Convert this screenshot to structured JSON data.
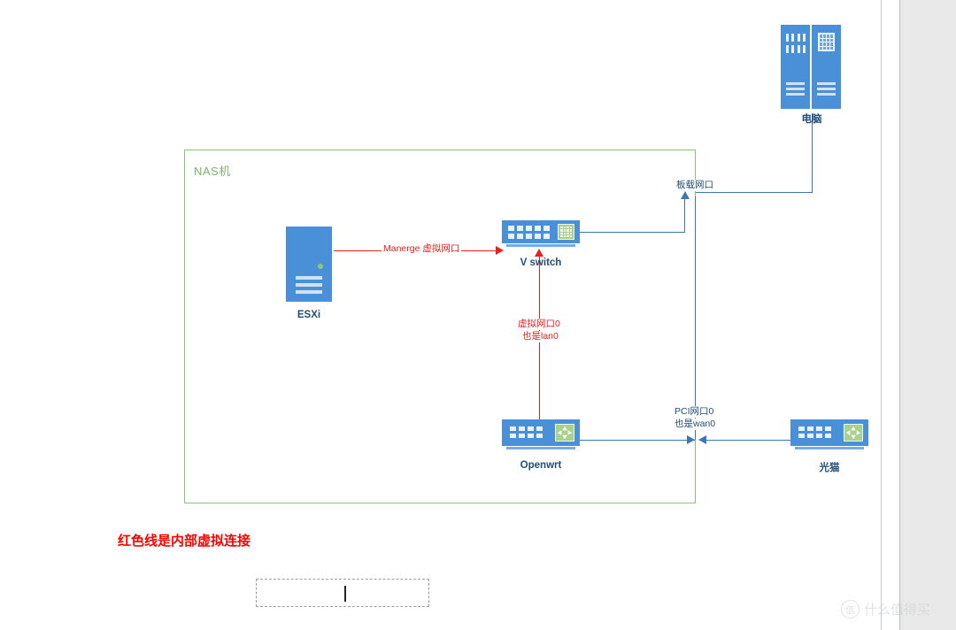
{
  "document": {
    "boundary_label": "NAS机",
    "boundary_color": "#8cc07c",
    "footer_note": "红色线是内部虚拟连接",
    "footer_note_color": "#ff0000"
  },
  "nodes": {
    "esxi": {
      "caption": "ESXi",
      "icon": "server-tower-icon"
    },
    "vswitch": {
      "caption": "V switch",
      "icon": "network-switch-icon"
    },
    "openwrt": {
      "caption": "Openwrt",
      "icon": "router-icon"
    },
    "modem": {
      "caption": "光猫",
      "icon": "router-icon"
    },
    "computer": {
      "caption": "电脑",
      "icon": "desktop-computer-icon"
    }
  },
  "edges": {
    "esxi_to_vswitch": {
      "label": "Manerge 虚拟网口",
      "color": "#e8211b",
      "style": "virtual"
    },
    "openwrt_to_vswitch": {
      "label_line1": "虚拟网口0",
      "label_line2": "也是lan0",
      "color": "#e8211b",
      "style": "virtual"
    },
    "vswitch_to_computer": {
      "label": "板载网口",
      "color": "#3b77b5",
      "style": "physical"
    },
    "modem_to_openwrt": {
      "label_line1": "PCI网口0",
      "label_line2": "也是wan0",
      "color": "#3b77b5",
      "style": "physical"
    }
  },
  "textbox": {
    "value": "",
    "placeholder": ""
  },
  "watermark": {
    "mark": "值",
    "text": "什么值得买"
  }
}
